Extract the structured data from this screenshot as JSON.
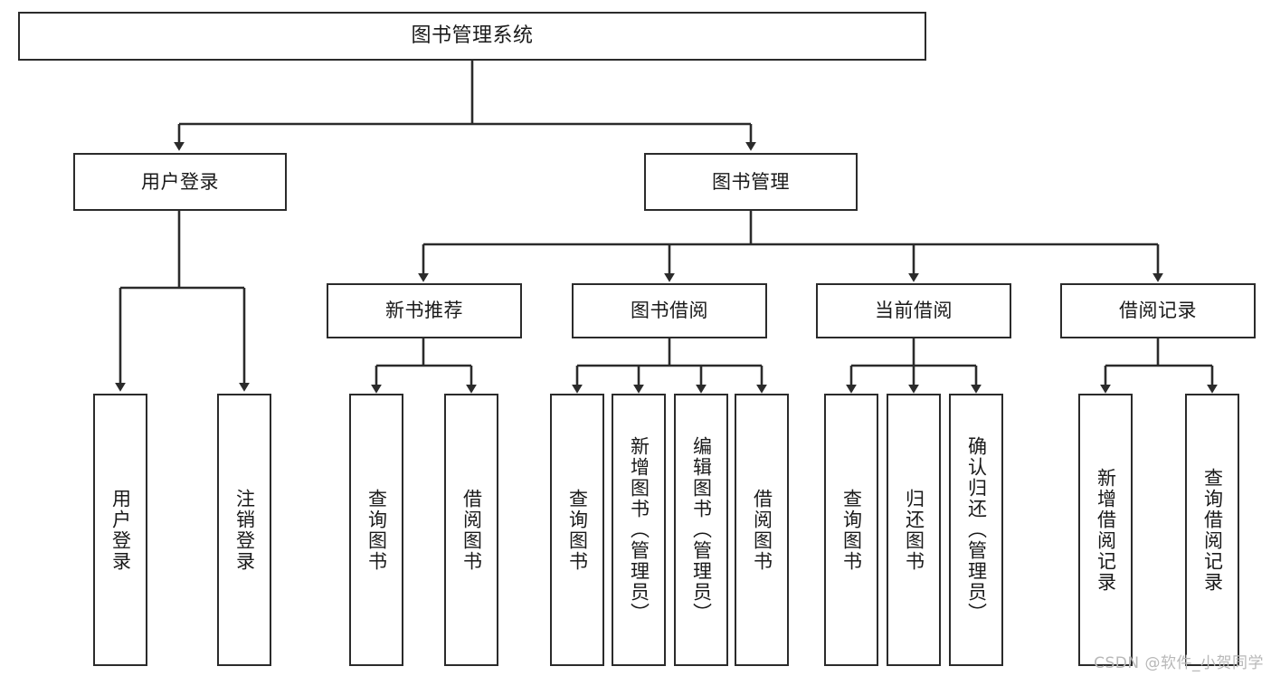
{
  "diagram": {
    "title": "图书管理系统",
    "type": "tree-hierarchy-chart",
    "root": {
      "id": "root",
      "label": "图书管理系统"
    },
    "level2": [
      {
        "id": "user-login",
        "label": "用户登录"
      },
      {
        "id": "book-manage",
        "label": "图书管理"
      }
    ],
    "level3": [
      {
        "id": "new-book-rec",
        "label": "新书推荐"
      },
      {
        "id": "book-borrow",
        "label": "图书借阅"
      },
      {
        "id": "current-borrow",
        "label": "当前借阅"
      },
      {
        "id": "borrow-record",
        "label": "借阅记录"
      }
    ],
    "leaves": {
      "user_login": [
        {
          "id": "leaf-user-login",
          "label": "用户登录"
        },
        {
          "id": "leaf-logout-login",
          "label": "注销登录"
        }
      ],
      "new_book_rec": [
        {
          "id": "leaf-query-book-1",
          "label": "查询图书"
        },
        {
          "id": "leaf-borrow-book-1",
          "label": "借阅图书"
        }
      ],
      "book_borrow": [
        {
          "id": "leaf-query-book-2",
          "label": "查询图书"
        },
        {
          "id": "leaf-add-book",
          "label": "新增图书（管理员）"
        },
        {
          "id": "leaf-edit-book",
          "label": "编辑图书（管理员）"
        },
        {
          "id": "leaf-borrow-book-2",
          "label": "借阅图书"
        }
      ],
      "current_borrow": [
        {
          "id": "leaf-query-book-3",
          "label": "查询图书"
        },
        {
          "id": "leaf-return-book",
          "label": "归还图书"
        },
        {
          "id": "leaf-confirm-return",
          "label": "确认归还（管理员）"
        }
      ],
      "borrow_record": [
        {
          "id": "leaf-add-record",
          "label": "新增借阅记录"
        },
        {
          "id": "leaf-query-record",
          "label": "查询借阅记录"
        }
      ]
    }
  },
  "watermark": {
    "text": "CSDN @软件_小贺同学"
  },
  "colors": {
    "border": "#2b2b2b",
    "background": "#ffffff",
    "text": "#1a1a1a",
    "edge": "#2b2b2b",
    "watermark": "#b8b8b8"
  }
}
